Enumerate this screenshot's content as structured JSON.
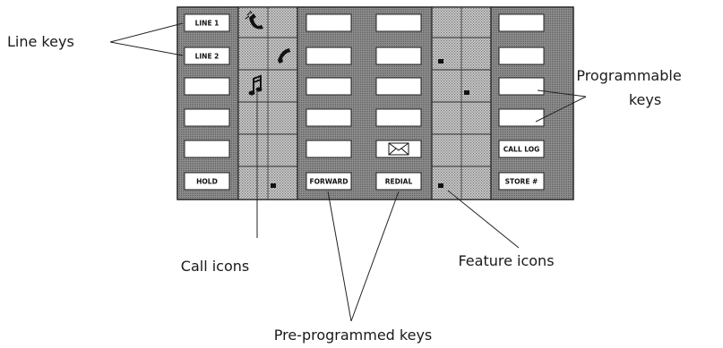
{
  "callouts": {
    "line_keys": "Line keys",
    "programmable_keys_line1": "Programmable",
    "programmable_keys_line2": "keys",
    "call_icons": "Call icons",
    "feature_icons": "Feature icons",
    "preprogrammed_keys": "Pre-programmed keys"
  },
  "keys": {
    "line1": "LINE 1",
    "line2": "LINE 2",
    "hold": "HOLD",
    "forward": "FORWARD",
    "redial": "REDIAL",
    "call_log": "CALL LOG",
    "store": "STORE #"
  },
  "icons": {
    "call_icons": [
      "ringing-handset-icon",
      "handset-icon",
      "music-note-icon",
      "call-indicator-icon"
    ],
    "message_key": "envelope-icon",
    "feature_icons": [
      "feature-indicator-icon-1",
      "feature-indicator-icon-2",
      "feature-indicator-icon-3"
    ]
  },
  "colors": {
    "panel_dotted": "#bdbdbd",
    "panel_dark": "#9a9a9a",
    "key_face": "#ffffff",
    "outline": "#222222"
  }
}
